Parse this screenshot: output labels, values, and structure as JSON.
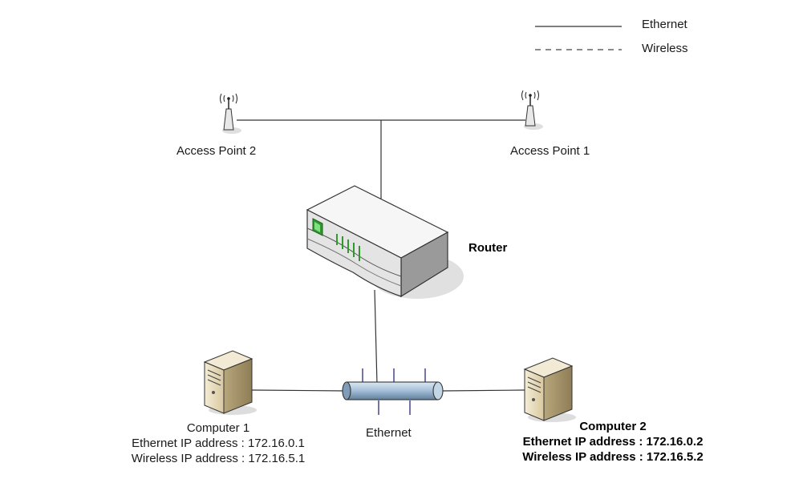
{
  "legend": {
    "ethernet_label": "Ethernet",
    "wireless_label": "Wireless"
  },
  "nodes": {
    "access_point_2": {
      "label": "Access Point 2"
    },
    "access_point_1": {
      "label": "Access Point 1"
    },
    "router": {
      "label": "Router"
    },
    "ethernet_bus": {
      "label": "Ethernet"
    },
    "computer_1": {
      "name": "Computer 1",
      "ethernet_ip": "Ethernet IP address : 172.16.0.1",
      "wireless_ip": "Wireless IP address : 172.16.5.1"
    },
    "computer_2": {
      "name": "Computer 2",
      "ethernet_ip": "Ethernet IP address : 172.16.0.2",
      "wireless_ip": "Wireless IP address : 172.16.5.2"
    }
  },
  "colors": {
    "line": "#333333",
    "router_green": "#2e9a2e",
    "bus_blue": "#8fb0cc",
    "computer_beige": "#e6d9b8"
  }
}
